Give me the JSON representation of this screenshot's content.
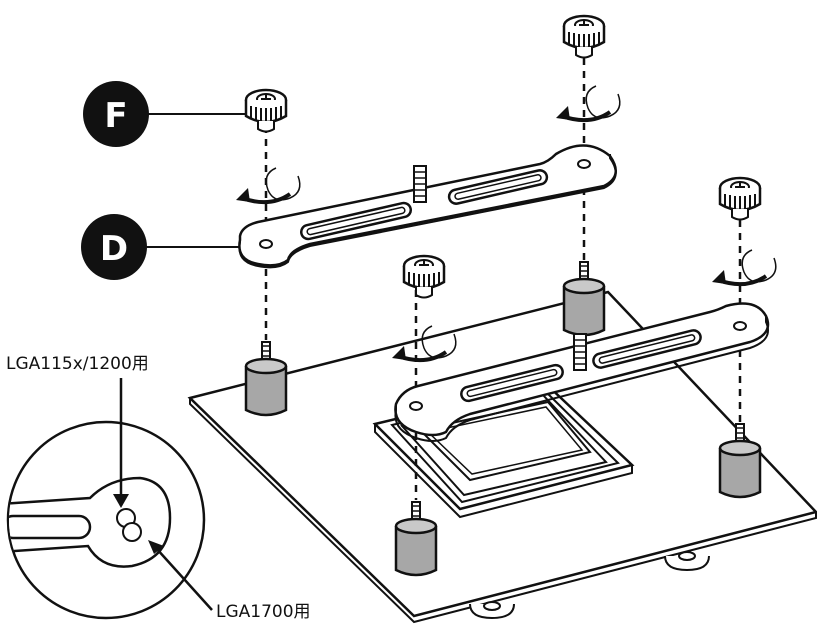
{
  "labels": {
    "badge_f": "F",
    "badge_d": "D",
    "callout_top": "LGA115x/1200用",
    "callout_bottom": "LGA1700用"
  },
  "colors": {
    "stroke": "#111111",
    "standoff_fill": "#a7a7a7",
    "badge_fill": "#111111",
    "paper": "#ffffff"
  },
  "icons": [
    "thumb-screw-icon",
    "rotate-arrow-icon",
    "standoff-icon",
    "mounting-bracket-icon"
  ]
}
